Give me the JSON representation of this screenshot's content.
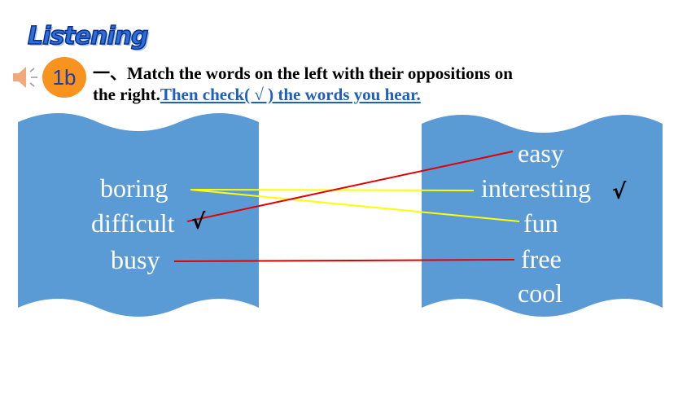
{
  "logo_text": "Listening",
  "badge": "1b",
  "instruction": {
    "line1": "一、Match the words on the left with their oppositions on",
    "line2_plain": "the right.",
    "line2_link": "Then check( √ ) the words you hear."
  },
  "left_words": [
    "boring",
    "difficult",
    "busy"
  ],
  "right_words": [
    "easy",
    "interesting",
    "fun",
    "free",
    "cool"
  ],
  "check_mark": "√",
  "colors": {
    "panel": "#5b9bd5",
    "badge": "#f7931e",
    "link": "#1f5fbf",
    "line_yellow": "#ffff00",
    "line_red": "#e00000"
  }
}
